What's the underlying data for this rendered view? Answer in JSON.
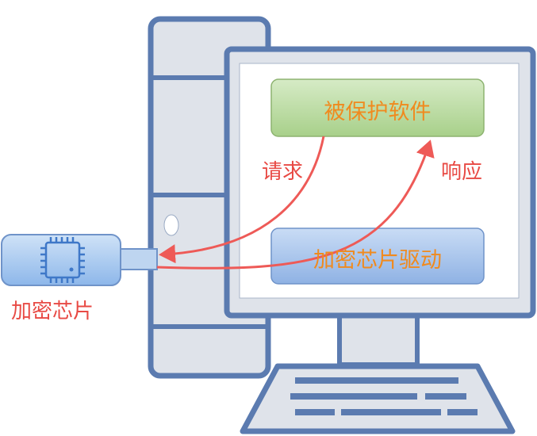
{
  "boxes": {
    "protected_software": "被保护软件",
    "chip_driver": "加密芯片驱动"
  },
  "arrows": {
    "request": "请求",
    "response": "响应"
  },
  "device": {
    "label": "加密芯片"
  },
  "colors": {
    "frame": "#5b7bb0",
    "frame_fill": "#dfe3ea",
    "green_box": "#b3d697",
    "blue_box": "#a9c4ea",
    "arrow": "#ee5a57",
    "label_orange": "#f08a1e",
    "label_red": "#e84a44",
    "usb_fill": "#a9caef"
  }
}
